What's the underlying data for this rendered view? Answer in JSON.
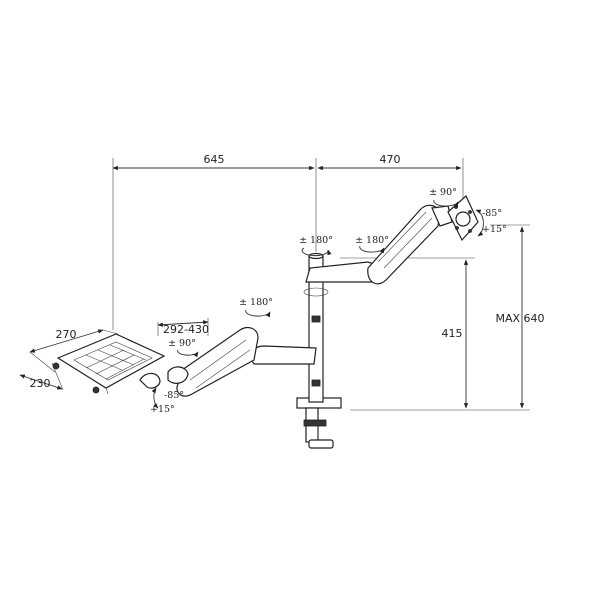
{
  "dimensions": {
    "left_reach": "645",
    "right_reach": "470",
    "tray_width": "270",
    "tray_depth": "230",
    "laptop_arm_range": "292-430",
    "pole_height": "415",
    "max_height": "MAX 640"
  },
  "angles": {
    "monitor_swivel": "± 90°",
    "monitor_tilt_down": "-85°",
    "monitor_tilt_up": "+15°",
    "pole_rotation": "± 180°",
    "upper_arm_rotation": "± 180°",
    "lower_arm_rotation": "± 180°",
    "tray_swivel": "± 90°",
    "tray_tilt_down": "-85°",
    "tray_tilt_up": "+15°"
  }
}
